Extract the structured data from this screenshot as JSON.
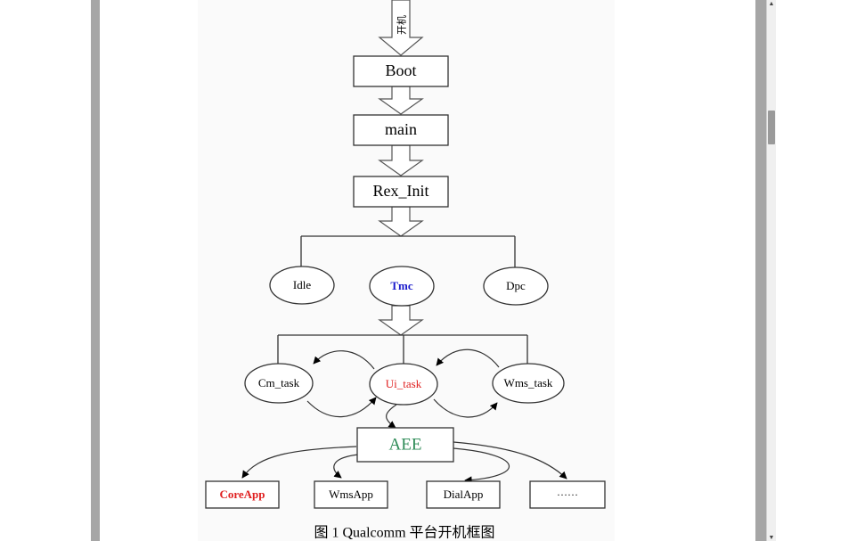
{
  "diagram": {
    "arrow_label": "开机",
    "nodes": {
      "boot": "Boot",
      "main": "main",
      "rex_init": "Rex_Init",
      "idle": "Idle",
      "tmc": "Tmc",
      "dpc": "Dpc",
      "cm_task": "Cm_task",
      "ui_task": "Ui_task",
      "wms_task": "Wms_task",
      "aee": "AEE",
      "coreapp": "CoreApp",
      "wmsapp": "WmsApp",
      "dialapp": "DialApp",
      "more": "……"
    },
    "caption": "图 1 Qualcomm 平台开机框图"
  },
  "colors": {
    "tmc": "#1a1acc",
    "ui_task": "#e02020",
    "aee": "#2e8b57",
    "coreapp": "#e02020",
    "page_bg": "#fafafa",
    "gutter": "#a6a6a6"
  },
  "scrollbar": {
    "up_icon": "scroll-up-arrow-icon",
    "down_icon": "scroll-down-arrow-icon"
  }
}
